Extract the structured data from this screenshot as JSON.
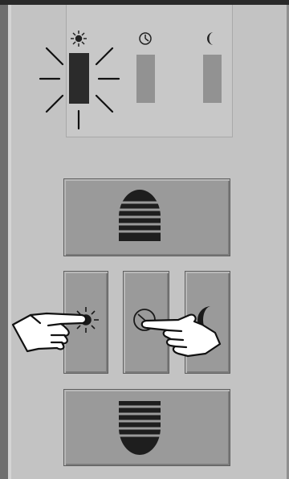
{
  "colors": {
    "panel": "#c3c3c3",
    "button": "#9a9a9a",
    "led_active": "#2b2b2b",
    "led_inactive": "#929292",
    "glyph": "#222222"
  },
  "indicators": [
    {
      "mode": "sun",
      "icon": "sun-icon",
      "active": true
    },
    {
      "mode": "clock",
      "icon": "clock-icon",
      "active": false
    },
    {
      "mode": "moon",
      "icon": "moon-icon",
      "active": false
    }
  ],
  "buttons": [
    {
      "name": "up-button",
      "icon": "shutter-up-icon"
    },
    {
      "name": "sun-mode-button",
      "icon": "sun-icon"
    },
    {
      "name": "clock-mode-button",
      "icon": "clock-icon"
    },
    {
      "name": "moon-mode-button",
      "icon": "moon-icon"
    },
    {
      "name": "down-button",
      "icon": "shutter-down-icon"
    }
  ],
  "gestures": [
    {
      "icon": "pointing-hand-icon",
      "target": "sun-mode-button"
    },
    {
      "icon": "pointing-hand-icon",
      "target": "clock-mode-button"
    }
  ]
}
